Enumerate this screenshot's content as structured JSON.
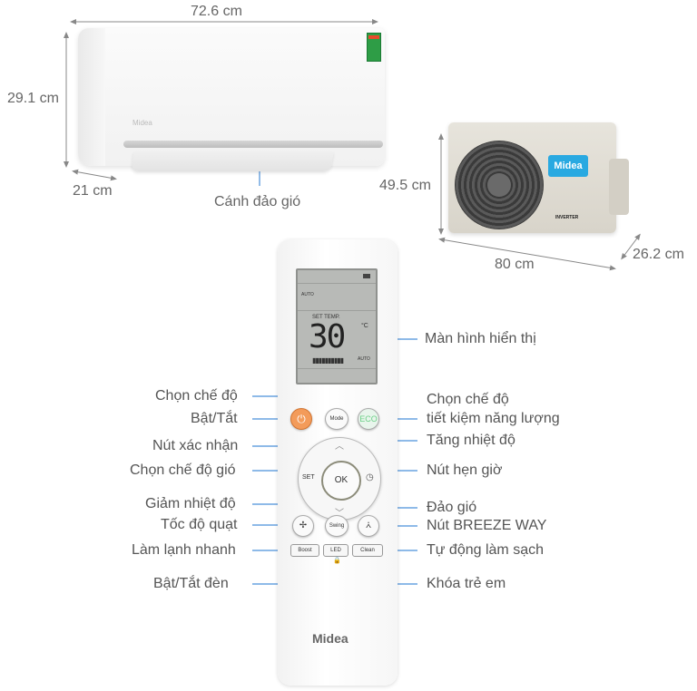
{
  "dimensions": {
    "indoor_width": "72.6 cm",
    "indoor_height": "29.1 cm",
    "indoor_depth": "21 cm",
    "outdoor_height": "49.5 cm",
    "outdoor_width": "80 cm",
    "outdoor_depth": "26.2 cm"
  },
  "indoor": {
    "brand": "Midea",
    "flap_label": "Cánh đảo gió"
  },
  "outdoor": {
    "brand": "Midea",
    "badge": "INVERTER"
  },
  "remote": {
    "brand": "Midea",
    "lcd": {
      "mode": "AUTO",
      "set_temp_label": "SET TEMP.",
      "temperature": "30",
      "unit": "°C",
      "fan_bars": "▮▮▮▮▮▮▮▮▮▮",
      "fan_mode": "AUTO"
    },
    "buttons": {
      "power": "⏻",
      "mode": "Mode",
      "eco": "ECO",
      "set": "SET",
      "ok": "OK",
      "up": "︿",
      "down": "﹀",
      "timer": "◷",
      "fan": "✢",
      "swing": "Swing",
      "breeze": "⩑",
      "boost": "Boost",
      "led": "LED",
      "clean": "Clean",
      "lock": "🔒"
    }
  },
  "callouts": {
    "left": [
      "Chọn chế độ",
      "Bật/Tắt",
      "Nút xác nhận",
      "Chọn chế độ gió",
      "Giảm nhiệt độ",
      "Tốc độ quạt",
      "Làm lạnh nhanh",
      "Bật/Tắt đèn"
    ],
    "right": [
      "Màn hình hiển thị",
      "Chọn chế độ",
      "tiết kiệm năng lượng",
      "Tăng nhiệt độ",
      "Nút hẹn giờ",
      "Đảo gió",
      "Nút BREEZE WAY",
      "Tự động làm sạch",
      "Khóa trẻ em"
    ]
  },
  "colors": {
    "callout_line": "#4a90d9",
    "dimension_line": "#888888",
    "power_button": "#f39b5a",
    "brand_blue": "#29a9e1"
  }
}
